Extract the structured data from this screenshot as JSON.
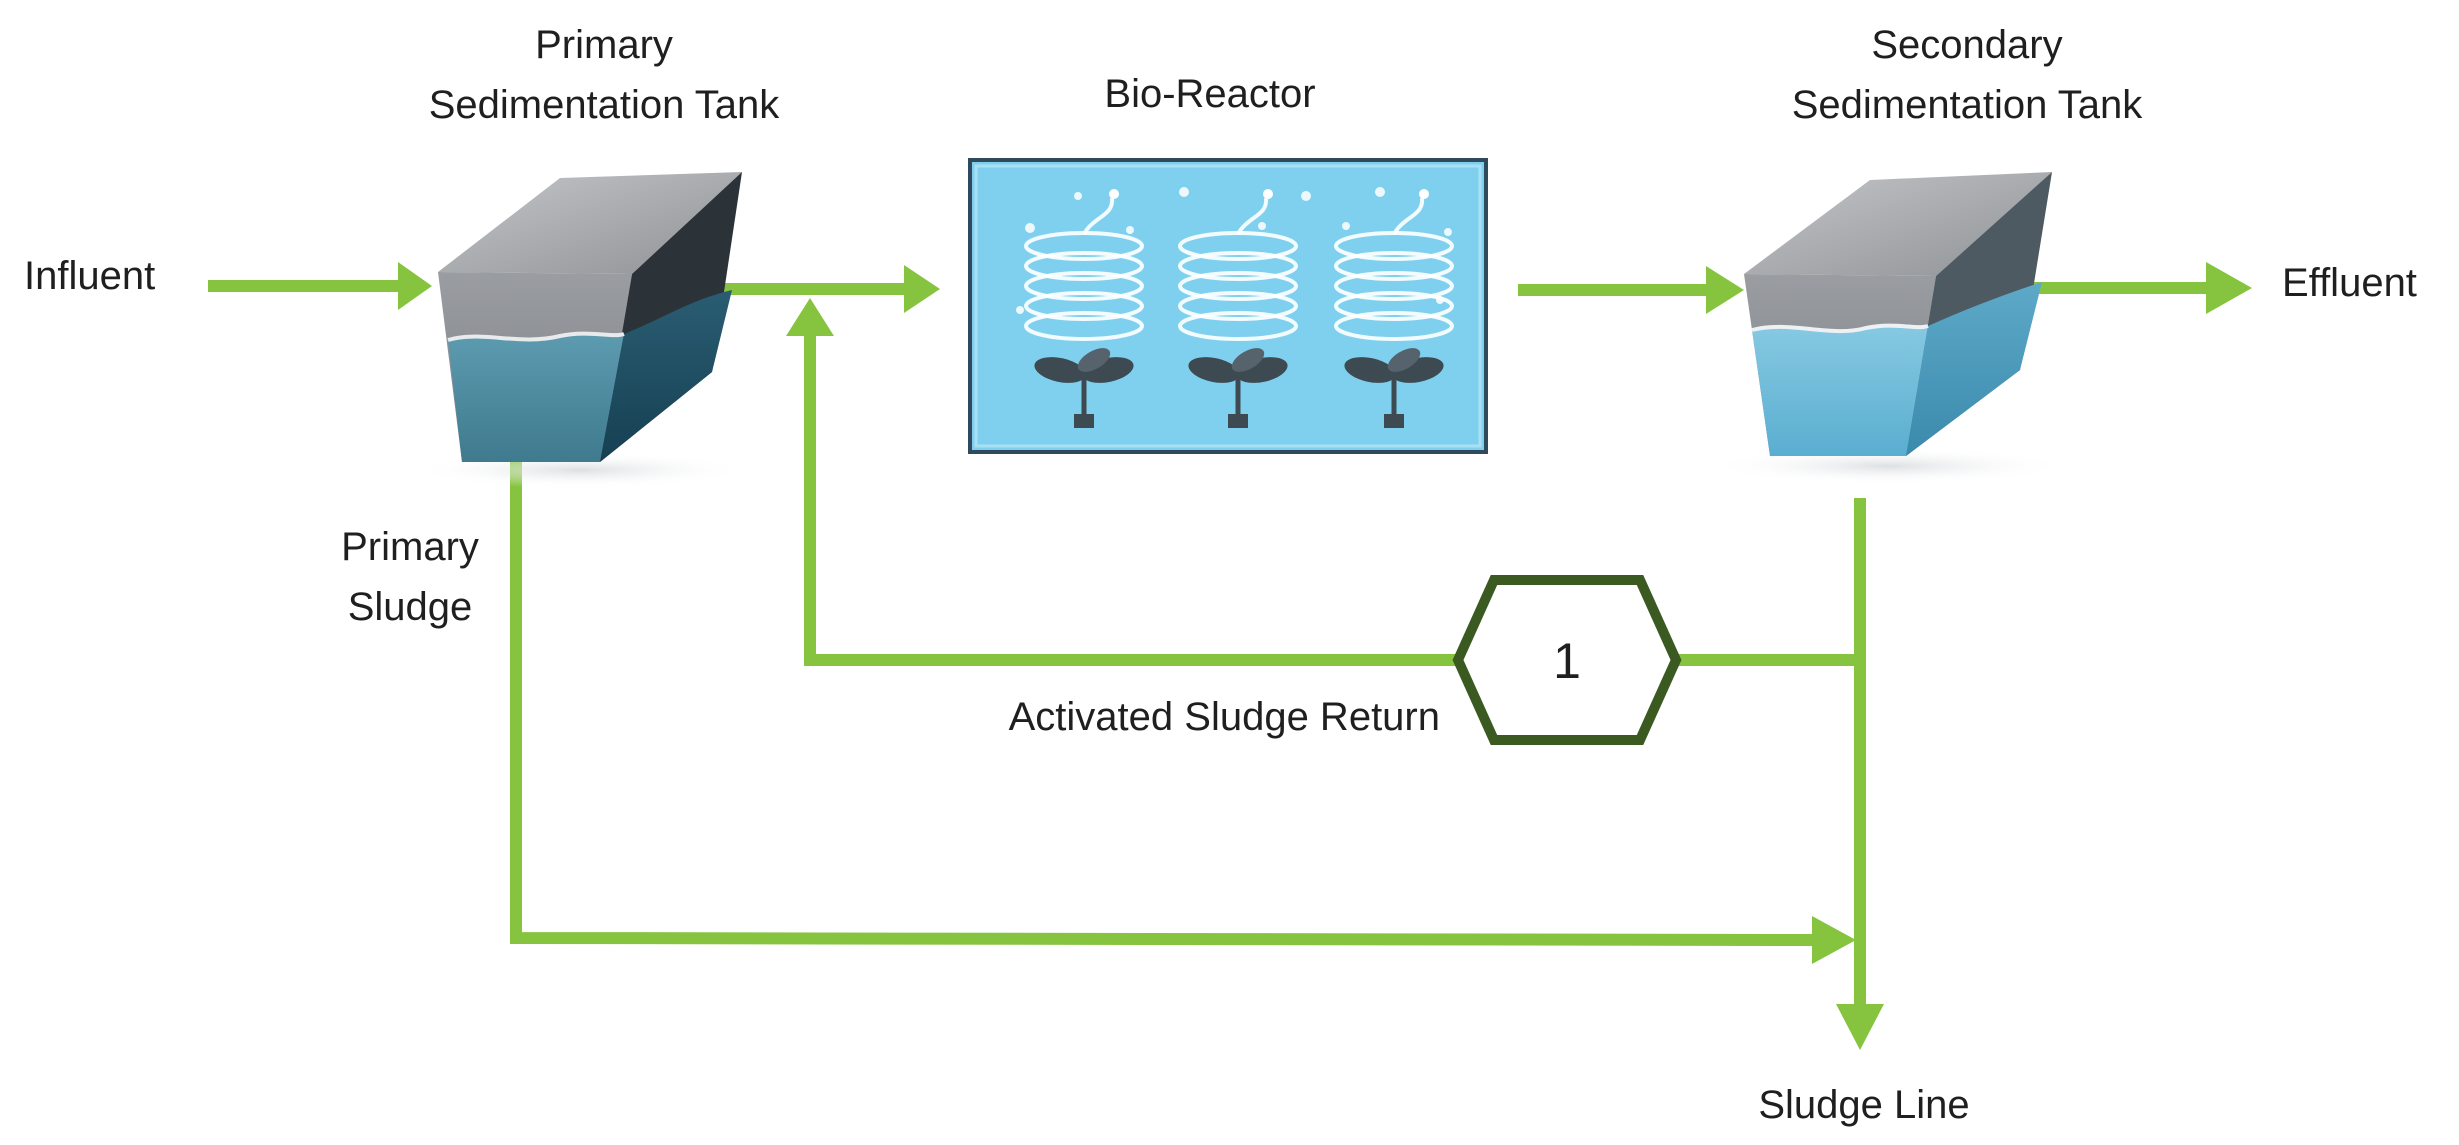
{
  "labels": {
    "primary_tank_line1": "Primary",
    "primary_tank_line2": "Sedimentation Tank",
    "bioreactor": "Bio-Reactor",
    "secondary_tank_line1": "Secondary",
    "secondary_tank_line2": "Sedimentation Tank",
    "influent": "Influent",
    "effluent": "Effluent",
    "primary_sludge_line1": "Primary",
    "primary_sludge_line2": "Sludge",
    "activated_sludge_return": "Activated Sludge Return",
    "sludge_line": "Sludge Line"
  },
  "pump": {
    "number": "1"
  },
  "colors": {
    "flow": "#86c440",
    "pump_border": "#3b5a22",
    "reactor_water": "#7fd0ee",
    "reactor_border": "#2f4a5c",
    "tank_top": "#a9abae",
    "primary_water_front": "#4e8ea1",
    "primary_water_side": "#1f4e62",
    "secondary_water_front": "#6cb8d6",
    "secondary_water_side": "#3d8db0"
  }
}
